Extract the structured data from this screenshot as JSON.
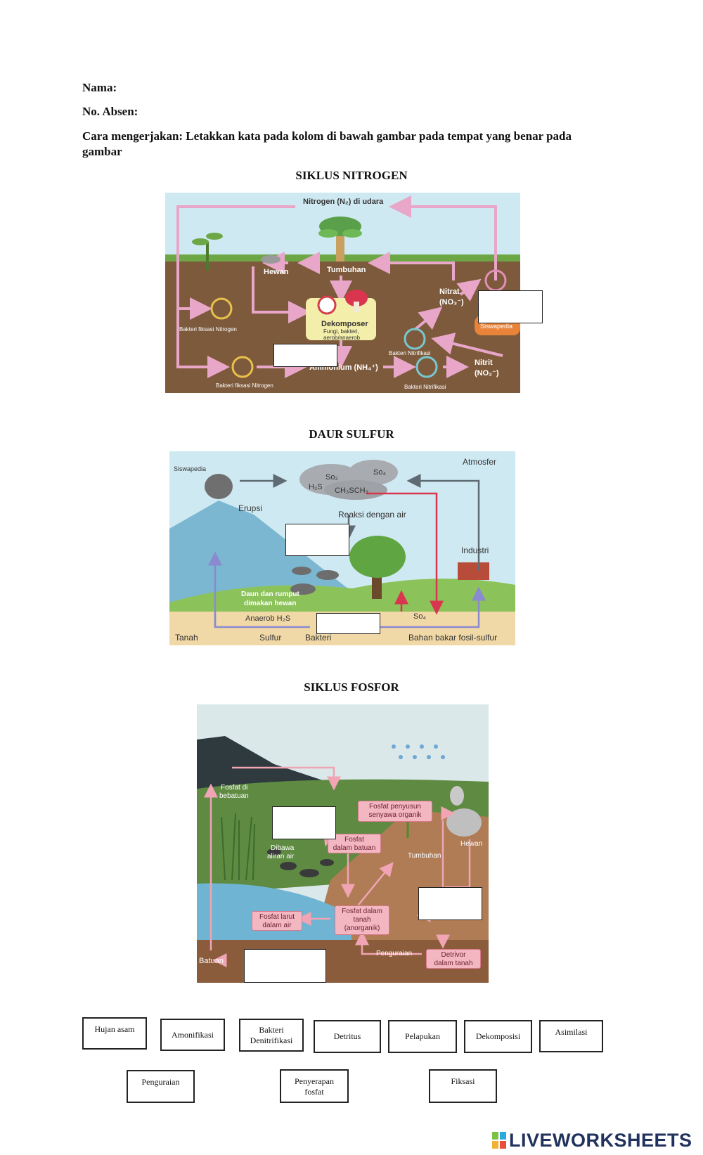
{
  "header": {
    "name_label": "Nama:",
    "absen_label": "No. Absen:",
    "instructions": "Cara mengerjakan: Letakkan kata pada kolom di bawah gambar pada tempat yang benar pada gambar"
  },
  "nitrogen": {
    "title": "SIKLUS NITROGEN",
    "labels": {
      "n2": "Nitrogen (N₂) di udara",
      "hewan": "Hewan",
      "tumbuhan": "Tumbuhan",
      "dekomposer": "Dekomposer",
      "dekomposer_sub1": "Fungi, bakteri,",
      "dekomposer_sub2": "aerob/anaerob",
      "nitrat": "Nitrat",
      "nitrat_formula": "(NO₃⁻)",
      "bakteri_fiksasi_1": "Bakteri fiksasi Nitrogen",
      "bakteri_fiksasi_2": "Bakteri fiksasi Nitrogen",
      "ammonium": "Ammonium (NH₄⁺)",
      "bakteri_nitrifikasi_1": "Bakteri Nitrifikasi",
      "bakteri_nitrifikasi_2": "Bakteri Nitrifikasi",
      "nitrit": "Nitrit",
      "nitrit_formula": "(NO₂⁻)",
      "brand": "Siswapedia"
    }
  },
  "sulfur": {
    "title": "DAUR SULFUR",
    "labels": {
      "brand": "Siswapedia",
      "atmosfer": "Atmosfer",
      "so2": "So₂",
      "so4_cloud": "So₄",
      "h2s": "H₂S",
      "ch3sch3": "CH₃SCH₃",
      "erupsi": "Erupsi",
      "reaksi": "Reaksi dengan air",
      "industri": "Industri",
      "daun1": "Daun dan rumput",
      "daun2": "dimakan hewan",
      "anaerob": "Anaerob H₂S",
      "so4_ground": "So₄",
      "tanah": "Tanah",
      "sulfur": "Sulfur",
      "bakteri": "Bakteri",
      "bahan_bakar": "Bahan bakar fosil-sulfur"
    }
  },
  "fosfor": {
    "title": "SIKLUS FOSFOR",
    "labels": {
      "fosfat_bebatuan1": "Fosfat di",
      "fosfat_bebatuan2": "bebatuan",
      "penyusun1": "Fosfat penyusun",
      "penyusun2": "senyawa organik",
      "dalam_batuan1": "Fosfat",
      "dalam_batuan2": "dalam batuan",
      "hewan": "Hewan",
      "dibawa1": "Dibawa",
      "dibawa2": "aliran air",
      "tumbuhan": "Tumbuhan",
      "larut1": "Fosfat larut",
      "larut2": "dalam air",
      "tanah1": "Fosfat dalam",
      "tanah2": "tanah",
      "tanah3": "(anorganik)",
      "batuan": "Batuan",
      "penguraian": "Penguraian",
      "detrivor1": "Detrivor",
      "detrivor2": "dalam tanah"
    }
  },
  "word_bank": {
    "row1": [
      "Hujan asam",
      "Amonifikasi",
      "Bakteri Denitrifikasi",
      "Detritus",
      "Pelapukan",
      "Dekomposisi",
      "Asimilasi"
    ],
    "row2": [
      "Penguraian",
      "Penyerapan fosfat",
      "Fiksasi"
    ]
  },
  "brand": {
    "logo_text": "LIVEWORKSHEETS"
  },
  "colors": {
    "pink_arrow": "#e8a6c8",
    "soil": "#7d5a3c",
    "sky": "#cfe9f2",
    "grass": "#6ca645",
    "red_arrow": "#d9354f",
    "purple_arrow": "#8a8ad0"
  }
}
